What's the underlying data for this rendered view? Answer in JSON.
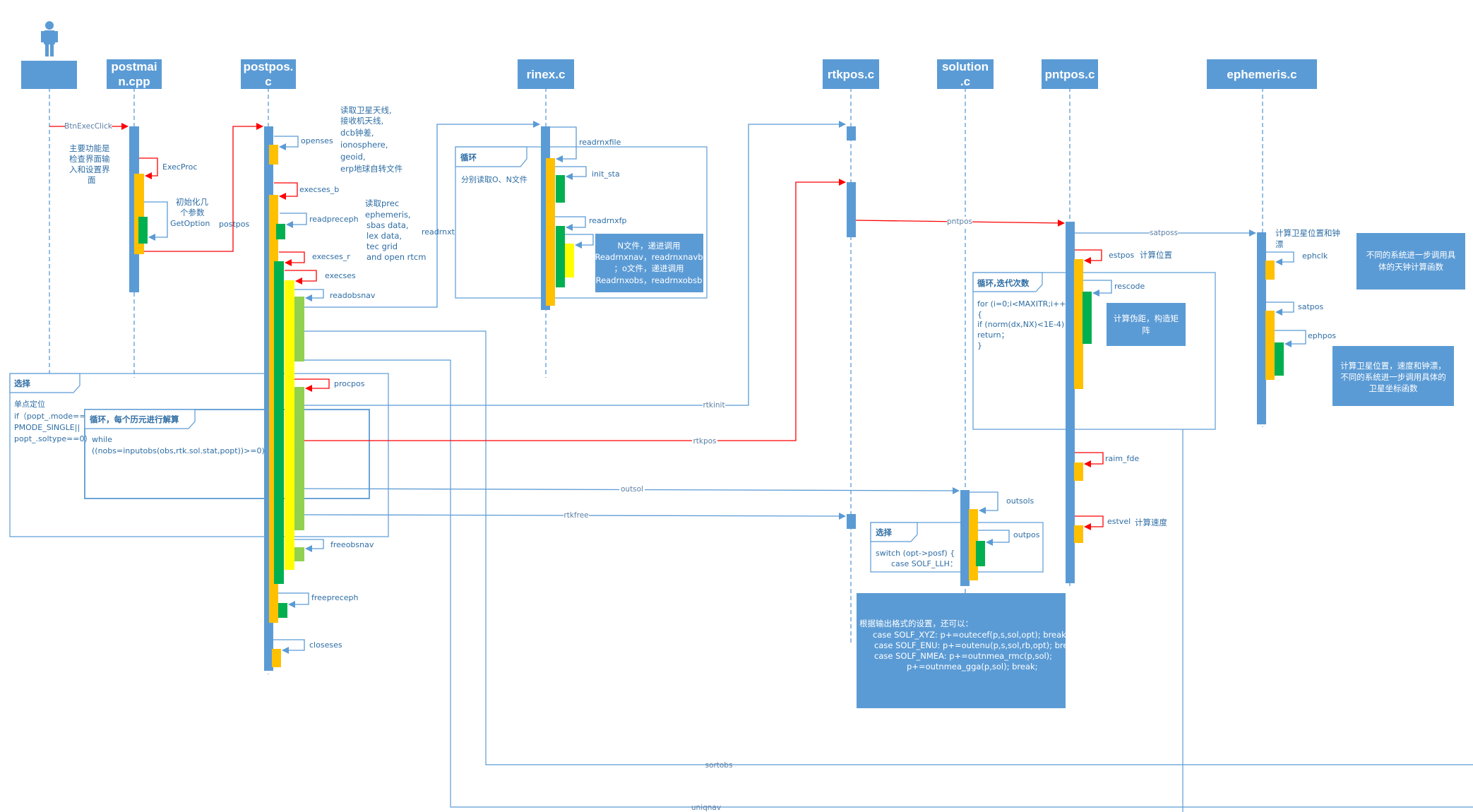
{
  "colors": {
    "header_bg": "#5b9bd5",
    "lifeline": "#5b9bd5",
    "activation": "#5b9bd5",
    "orange": "#ffc000",
    "green": "#00b050",
    "yellow": "#ffff00",
    "lightgreen": "#92d050",
    "message_red": "#ff0000",
    "message_blue": "#5b9bd5",
    "text_blue": "#2e6da4"
  },
  "actor": {
    "icon": "person-icon"
  },
  "lifelines": {
    "postmain": [
      "postmai",
      "n.cpp"
    ],
    "postpos": [
      "postpos.",
      "c"
    ],
    "rinex": [
      "rinex.c"
    ],
    "rtkpos": [
      "rtkpos.c"
    ],
    "solution": [
      "solution",
      ".c"
    ],
    "pntpos": [
      "pntpos.c"
    ],
    "ephemeris": [
      "ephemeris.c"
    ]
  },
  "messages": {
    "btnexecclick": "BtnExecClick",
    "execproc": "ExecProc",
    "getoption": "GetOption",
    "postpos": "postpos",
    "openses": "openses",
    "execses_b": "execses_b",
    "readpreceph": "readpreceph",
    "execses_r": "execses_r",
    "execses": "execses",
    "readobsnav": "readobsnav",
    "procpos": "procpos",
    "freeobsnav": "freeobsnav",
    "freepreceph": "freepreceph",
    "closeses": "closeses",
    "readrnxt": "readrnxt",
    "readrnxfile": "readrnxfile",
    "init_sta": "init_sta",
    "readrnxfp": "readrnxfp",
    "rtkinit": "rtkinit",
    "rtkpos": "rtkpos",
    "pntpos": "pntpos",
    "outsol": "outsol",
    "rtkfree": "rtkfree",
    "outsols": "outsols",
    "outpos": "outpos",
    "satposs": "satposs",
    "estpos": "estpos",
    "rescode": "rescode",
    "raim_fde": "raim_fde",
    "estvel": "estvel",
    "ephclk": "ephclk",
    "satpos": "satpos",
    "ephpos": "ephpos",
    "sortobs": "sortobs",
    "uniqnav": "uniqnav"
  },
  "notes": {
    "postmain_desc": [
      "主要功能是",
      "检查界面输",
      "入和设置界",
      "面"
    ],
    "init_params": [
      "初始化几",
      "个参数"
    ],
    "openses_desc": [
      "读取卫星天线,",
      "接收机天线,",
      "dcb钟差,",
      "ionosphere,",
      "geoid,",
      "erp地球自转文件"
    ],
    "readpreceph_desc": [
      "读取prec",
      "ephemeris,",
      "sbas data,",
      "lex data,",
      "tec grid",
      "and open rtcm"
    ],
    "estpos_desc": "计算位置",
    "estvel_desc": "计算速度",
    "satposs_desc": [
      "计算卫星位置和钟",
      "漂"
    ]
  },
  "boxes": {
    "select1": {
      "title": "选择",
      "lines": [
        "单点定位",
        "if（popt_.mode==",
        "PMODE_SINGLE||",
        "popt_.soltype==0）"
      ]
    },
    "loop_epoch": {
      "title": "循环，每个历元进行解算",
      "lines": [
        "while",
        "((nobs=inputobs(obs,rtk.sol.stat,popt))>=0)"
      ]
    },
    "loop_rinex": {
      "title": "循环",
      "lines": [
        "分别读取O、N文件"
      ]
    },
    "loop_iter": {
      "title": "循环,迭代次数",
      "lines": [
        "for (i=0;i<MAXITR;i++)",
        "{",
        "if (norm(dx,NX)<1E-4)",
        "return；",
        "}"
      ]
    },
    "select2": {
      "title": "选择",
      "lines": [
        "switch (opt->posf) {",
        "case SOLF_LLH："
      ]
    }
  },
  "callouts": {
    "rinex_note": [
      "N文件，递进调用",
      "Readrnxnav，readrnxnavb",
      "；o文件，递进调用",
      "Readrnxobs，readrnxobsb"
    ],
    "rescode_note": [
      "计算伪距，构造矩",
      "阵"
    ],
    "clock_note": [
      "不同的系统进一步调用具",
      "体的天钟计算函数"
    ],
    "satpos_note": [
      "计算卫星位置，速度和钟漂，",
      "不同的系统进一步调用具体的",
      "卫星坐标函数"
    ],
    "output_note": [
      "根据输出格式的设置，还可以：",
      "case SOLF_XYZ:  p+=outecef(p,s,sol,opt);   break;",
      "case SOLF_ENU:  p+=outenu(p,s,sol,rb,opt); break;",
      "case SOLF_NMEA: p+=outnmea_rmc(p,sol);",
      "p+=outnmea_gga(p,sol); break;"
    ]
  }
}
